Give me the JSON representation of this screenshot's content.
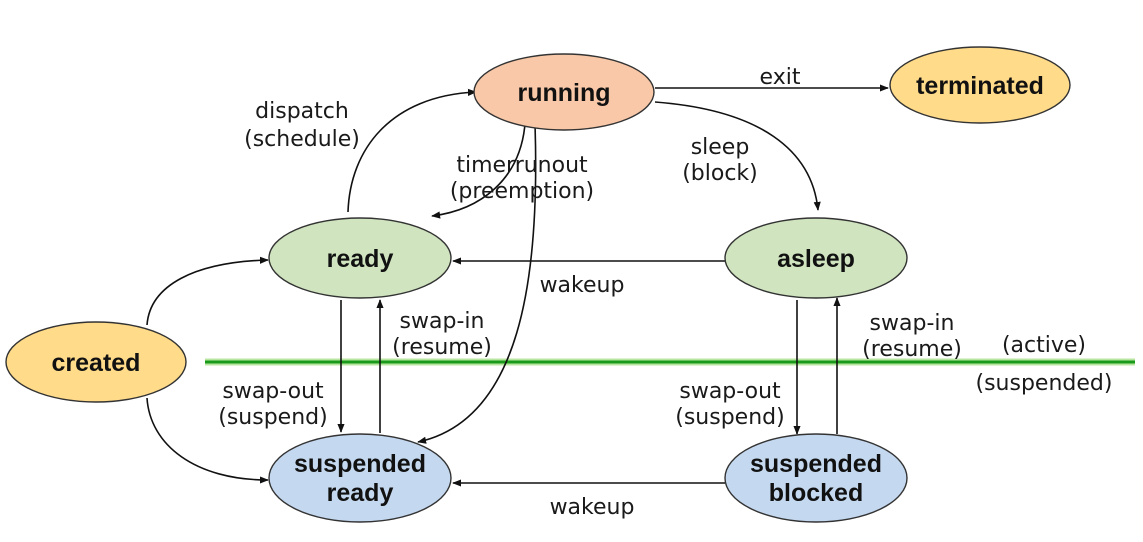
{
  "colors": {
    "peach": "#F8C8A8",
    "yellow": "#FFDB8A",
    "green": "#CFE4BF",
    "blue": "#C4D8EF",
    "divider": "#1A9A1A",
    "divider_glow": "#B8E6A0"
  },
  "nodes": {
    "running": "running",
    "terminated": "terminated",
    "ready": "ready",
    "asleep": "asleep",
    "created": "created",
    "suspended_ready": [
      "suspended",
      "ready"
    ],
    "suspended_blocked": [
      "suspended",
      "blocked"
    ]
  },
  "edges": {
    "exit": "exit",
    "dispatch": [
      "dispatch",
      "(schedule)"
    ],
    "timerrunout": [
      "timerrunout",
      "(preemption)"
    ],
    "sleep": [
      "sleep",
      "(block)"
    ],
    "wakeup_active": "wakeup",
    "swapin_left": [
      "swap-in",
      "(resume)"
    ],
    "swapin_right": [
      "swap-in",
      "(resume)"
    ],
    "swapout_left": [
      "swap-out",
      "(suspend)"
    ],
    "swapout_right": [
      "swap-out",
      "(suspend)"
    ],
    "wakeup_suspended": "wakeup"
  },
  "regions": {
    "active": "(active)",
    "suspended": "(suspended)"
  }
}
